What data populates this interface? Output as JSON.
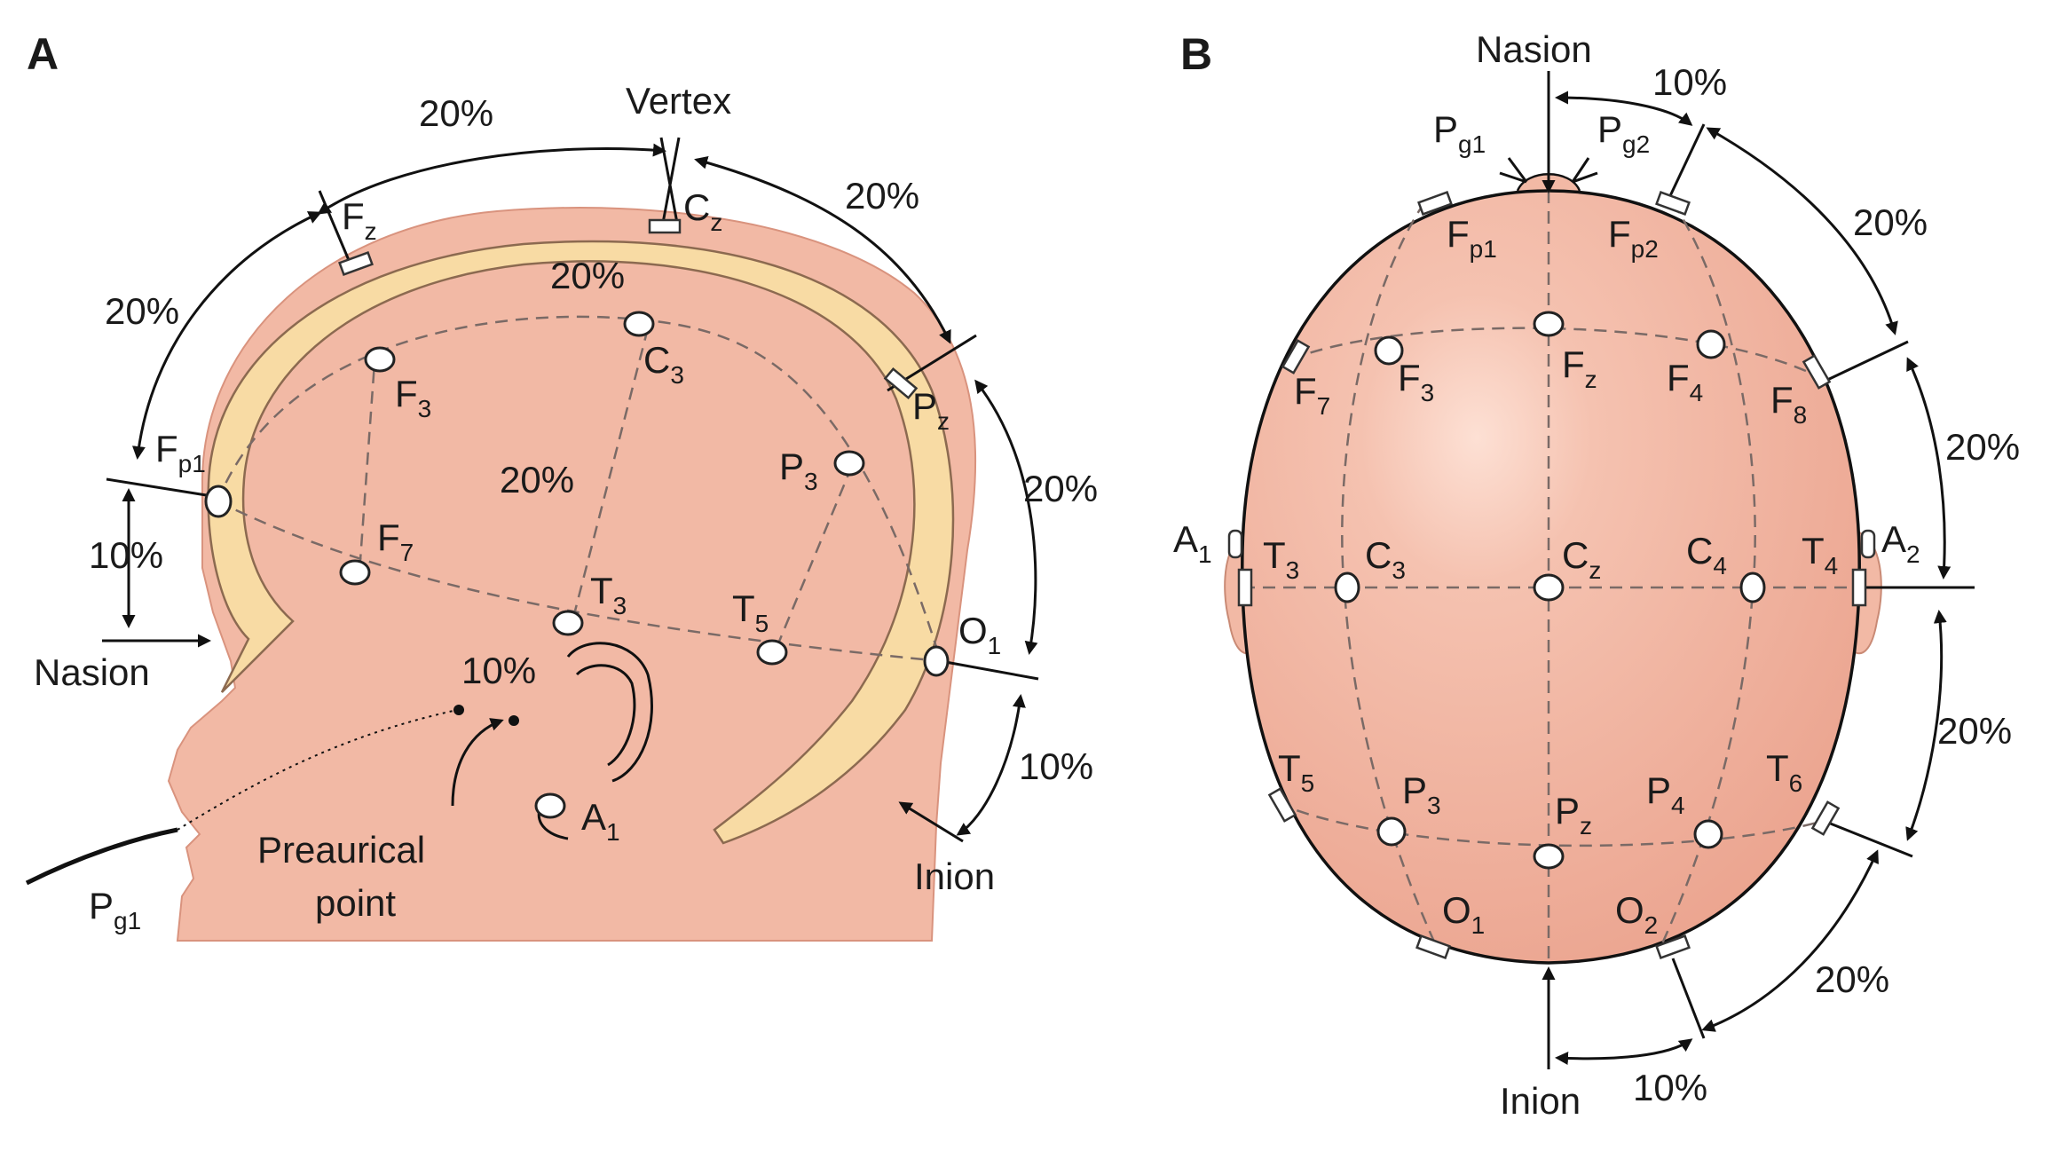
{
  "panel_a": {
    "letter": "A",
    "vertex": "Vertex",
    "nasion": "Nasion",
    "inion": "Inion",
    "preauricular_line1": "Preaurical",
    "preauricular_line2": "point",
    "pct_20": "20%",
    "pct_10": "10%",
    "electrodes": {
      "fz": {
        "main": "F",
        "sub": "z"
      },
      "cz": {
        "main": "C",
        "sub": "z"
      },
      "pz": {
        "main": "P",
        "sub": "z"
      },
      "fp1": {
        "main": "F",
        "sub": "p1"
      },
      "f3": {
        "main": "F",
        "sub": "3"
      },
      "c3": {
        "main": "C",
        "sub": "3"
      },
      "p3": {
        "main": "P",
        "sub": "3"
      },
      "f7": {
        "main": "F",
        "sub": "7"
      },
      "t3": {
        "main": "T",
        "sub": "3"
      },
      "t5": {
        "main": "T",
        "sub": "5"
      },
      "o1": {
        "main": "O",
        "sub": "1"
      },
      "a1": {
        "main": "A",
        "sub": "1"
      },
      "pg1": {
        "main": "P",
        "sub": "g1"
      }
    }
  },
  "panel_b": {
    "letter": "B",
    "nasion": "Nasion",
    "inion": "Inion",
    "pct_20": "20%",
    "pct_10": "10%",
    "electrodes": {
      "pg1": {
        "main": "P",
        "sub": "g1"
      },
      "pg2": {
        "main": "P",
        "sub": "g2"
      },
      "fp1": {
        "main": "F",
        "sub": "p1"
      },
      "fp2": {
        "main": "F",
        "sub": "p2"
      },
      "f7": {
        "main": "F",
        "sub": "7"
      },
      "f3": {
        "main": "F",
        "sub": "3"
      },
      "fz": {
        "main": "F",
        "sub": "z"
      },
      "f4": {
        "main": "F",
        "sub": "4"
      },
      "f8": {
        "main": "F",
        "sub": "8"
      },
      "a1": {
        "main": "A",
        "sub": "1"
      },
      "t3": {
        "main": "T",
        "sub": "3"
      },
      "c3": {
        "main": "C",
        "sub": "3"
      },
      "cz": {
        "main": "C",
        "sub": "z"
      },
      "c4": {
        "main": "C",
        "sub": "4"
      },
      "t4": {
        "main": "T",
        "sub": "4"
      },
      "a2": {
        "main": "A",
        "sub": "2"
      },
      "t5": {
        "main": "T",
        "sub": "5"
      },
      "p3": {
        "main": "P",
        "sub": "3"
      },
      "pz": {
        "main": "P",
        "sub": "z"
      },
      "p4": {
        "main": "P",
        "sub": "4"
      },
      "t6": {
        "main": "T",
        "sub": "6"
      },
      "o1": {
        "main": "O",
        "sub": "1"
      },
      "o2": {
        "main": "O",
        "sub": "2"
      }
    }
  },
  "colors": {
    "skin": "#f2b9a5",
    "skin_dark": "#e7a38d",
    "skull": "#f8dba4",
    "line": "#111111"
  }
}
